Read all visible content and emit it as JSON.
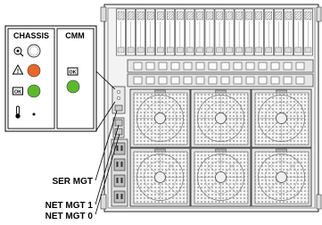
{
  "panel": {
    "chassis_title": "CHASSIS",
    "cmm_title": "CMM",
    "ok_badge": "OK",
    "warning_mark": "!"
  },
  "callouts": {
    "ser_mgt": "SER MGT",
    "net_mgt_1": "NET MGT 1",
    "net_mgt_0": "NET MGT 0"
  },
  "colors": {
    "led_service": "#e8682a",
    "led_ok": "#5cb82e",
    "led_cmm_ok": "#5cb82e",
    "led_locate": "#ffffff",
    "chassis_fill": "#f2f2f2",
    "panel_bg": "#ffffff"
  },
  "icons": [
    "locate-icon",
    "warning-icon",
    "ok-icon",
    "thermometer-icon",
    "fan-icon"
  ],
  "chassis": {
    "blade_slots": 20,
    "fan_modules": 6,
    "power_outlets": 4
  }
}
